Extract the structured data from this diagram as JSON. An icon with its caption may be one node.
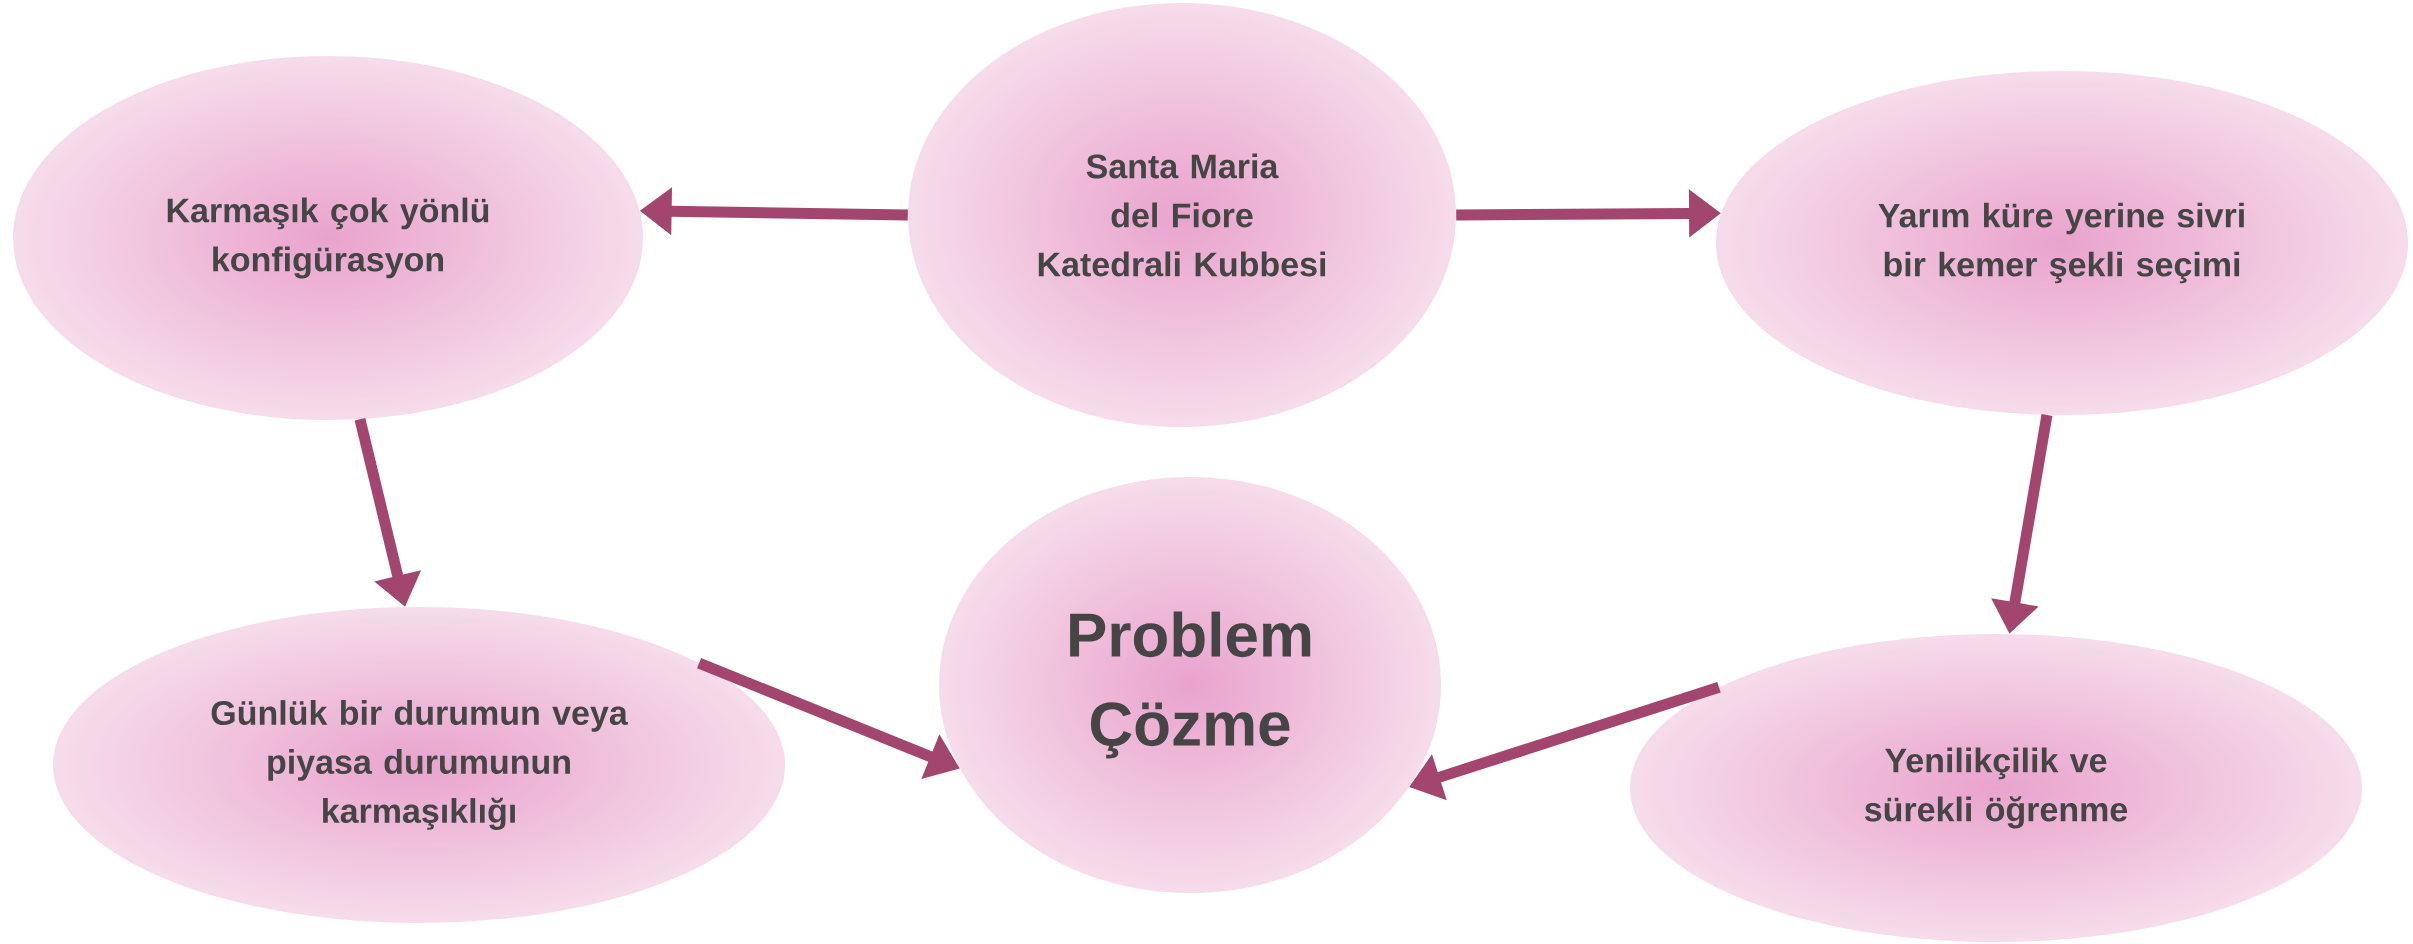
{
  "diagram": {
    "nodes": [
      {
        "text": [
          "Karmaşık çok yönlü konfigürasyon"
        ]
      },
      {
        "text": [
          "Santa Maria del Fiore Katedrali Kubbesi"
        ]
      },
      {
        "text": [
          "Yarım küre yerine sivri bir kemer şekli seçimi"
        ]
      },
      {
        "text": [
          "Günlük bir durumun veya piyasa durumunun karmaşıklığı"
        ]
      },
      {
        "text": [
          "Problem Çözme"
        ]
      },
      {
        "text": [
          "Yenilikçilik ve sürekli öğrenme"
        ]
      }
    ],
    "edges": [
      {
        "from": 1,
        "to": 0,
        "arrow": "to"
      },
      {
        "from": 1,
        "to": 2,
        "arrow": "to"
      },
      {
        "from": 0,
        "to": 3,
        "arrow": "to"
      },
      {
        "from": 2,
        "to": 5,
        "arrow": "to"
      },
      {
        "from": 3,
        "to": 4,
        "arrow": "to"
      },
      {
        "from": 5,
        "to": 4,
        "arrow": "to"
      }
    ]
  }
}
